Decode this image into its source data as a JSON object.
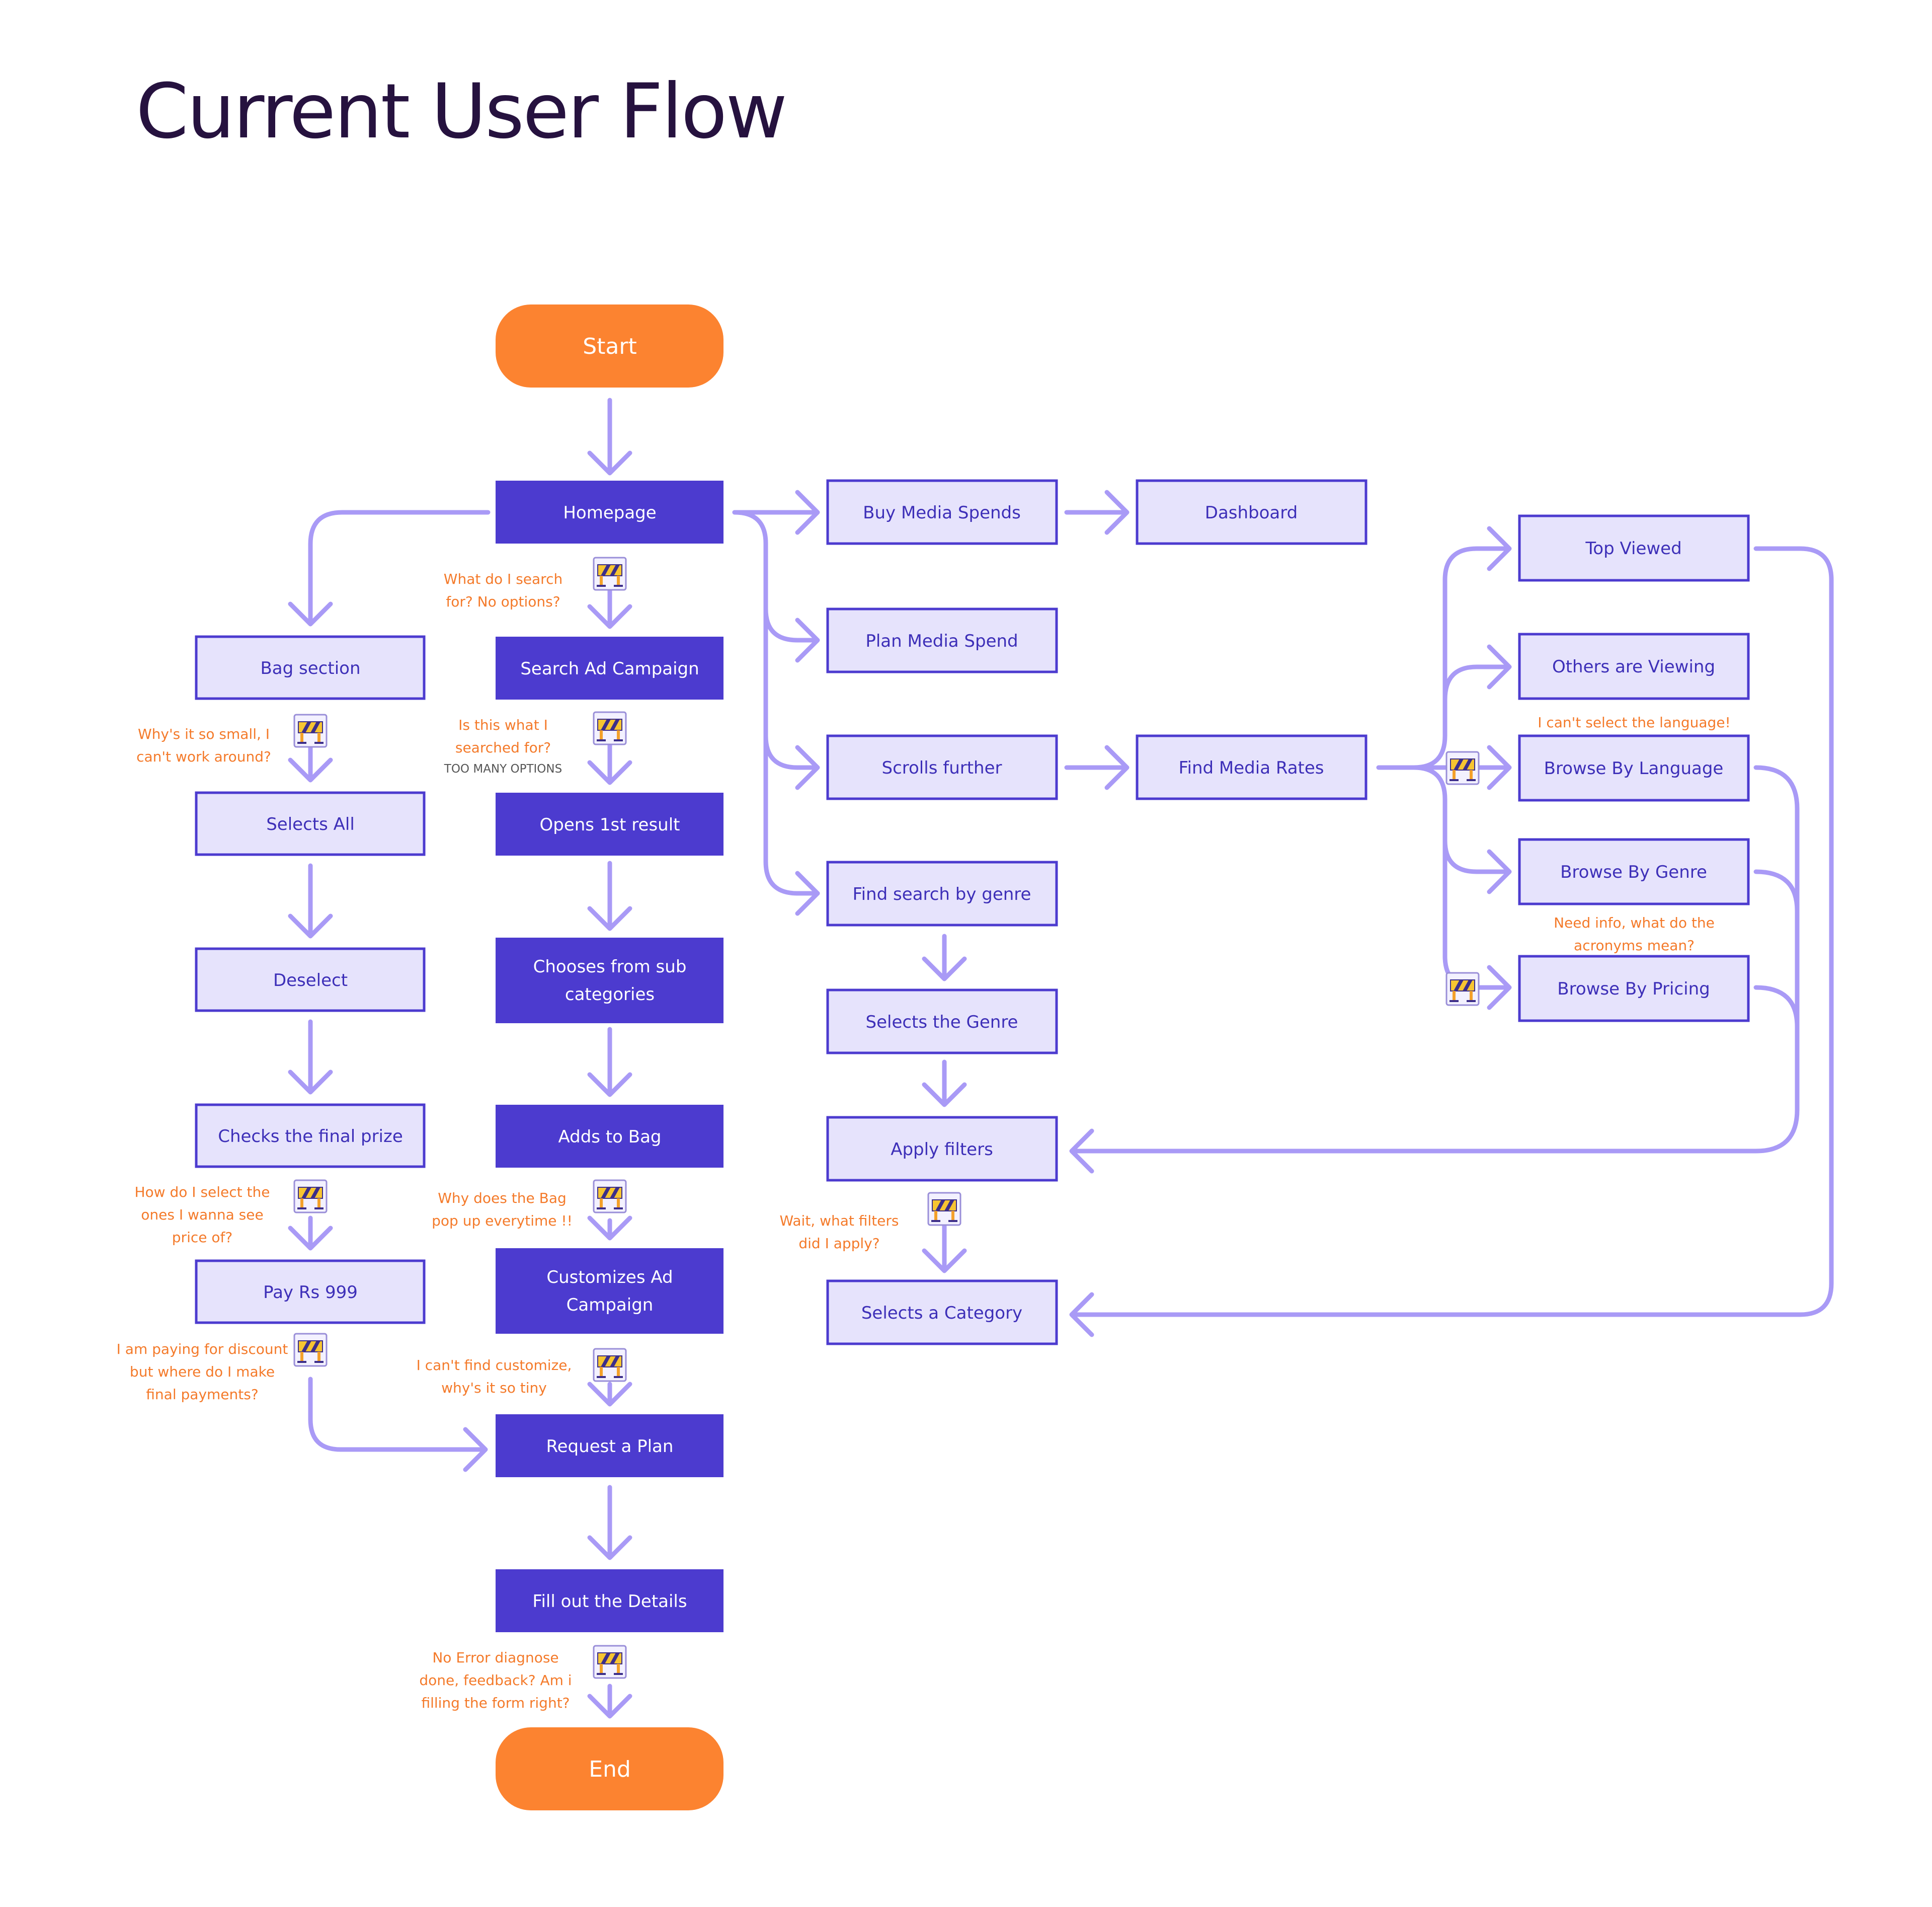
{
  "title": "Current User Flow",
  "colors": {
    "terminal": "#fc8330",
    "dark_node": "#4c3bcf",
    "light_node_fill": "#e6e3fc",
    "light_node_stroke": "#4c3bcf",
    "connector": "#a99af6",
    "note": "#f47a2a",
    "title": "#26123f"
  },
  "nodes": {
    "start": "Start",
    "end": "End",
    "homepage": "Homepage",
    "search_ad_campaign": "Search Ad Campaign",
    "opens_first_result": "Opens 1st result",
    "chooses_sub_categories": [
      "Chooses from sub",
      "categories"
    ],
    "adds_to_bag": "Adds to Bag",
    "customizes_ad_campaign": [
      "Customizes Ad",
      "Campaign"
    ],
    "request_a_plan": "Request a Plan",
    "fill_out_details": "Fill out the Details",
    "bag_section": "Bag section",
    "selects_all": "Selects All",
    "deselect": "Deselect",
    "checks_final_prize": "Checks the final prize",
    "pay_rs_999": "Pay Rs 999",
    "buy_media_spends": "Buy Media Spends",
    "dashboard": "Dashboard",
    "plan_media_spend": "Plan Media Spend",
    "scrolls_further": "Scrolls further",
    "find_media_rates": "Find Media Rates",
    "find_search_by_genre": "Find search by genre",
    "selects_the_genre": "Selects the Genre",
    "apply_filters": "Apply filters",
    "selects_a_category": "Selects a Category",
    "top_viewed": "Top Viewed",
    "others_are_viewing": "Others are Viewing",
    "browse_by_language": "Browse By Language",
    "browse_by_genre": "Browse By Genre",
    "browse_by_pricing": "Browse By Pricing"
  },
  "notes": {
    "search_no_options": [
      "What do I search",
      "for? No options?"
    ],
    "is_this_searched": [
      "Is this what I",
      "searched for?"
    ],
    "too_many_options": "TOO MANY OPTIONS",
    "why_so_small": [
      "Why's it so small, I",
      "can't work around?"
    ],
    "bag_popup": [
      "Why does the Bag",
      "pop up everytime !!"
    ],
    "select_price": [
      "How do I select the",
      "ones I wanna see",
      "price of?"
    ],
    "cant_find_customize": [
      "I can't find customize,",
      "why's it so tiny"
    ],
    "paying_discount": [
      "I am paying for discount",
      "but where do I make",
      "final payments?"
    ],
    "no_error_diagnose": [
      "No Error diagnose",
      "done, feedback? Am i",
      "filling the form right?"
    ],
    "what_filters": [
      "Wait, what filters",
      "did I apply?"
    ],
    "cant_select_language": "I can't select the language!",
    "need_info_acronyms": [
      "Need info, what do the",
      "acronyms mean?"
    ]
  },
  "icons": {
    "roadblock": "roadblock-barrier-icon"
  }
}
